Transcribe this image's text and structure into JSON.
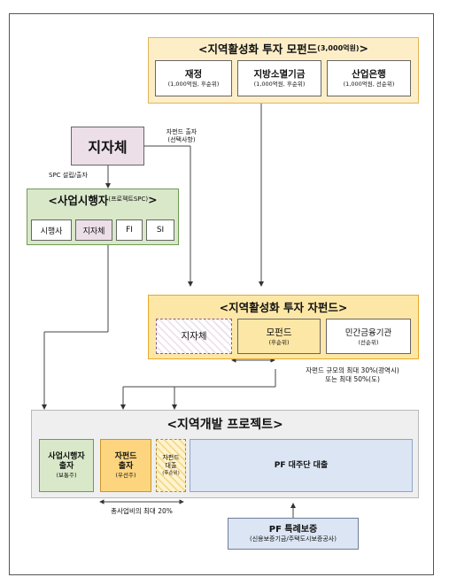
{
  "mother_fund": {
    "title_main": "<지역활성화 투자 모펀드",
    "title_small": "(3,000억원)",
    "title_end": ">",
    "boxes": [
      {
        "name": "재정",
        "detail": "(1,000억원, 후순위)"
      },
      {
        "name": "지방소멸기금",
        "detail": "(1,000억원, 후순위)"
      },
      {
        "name": "산업은행",
        "detail": "(1,000억원, 선순위)"
      }
    ]
  },
  "local_gov": {
    "label": "지자체"
  },
  "notes": {
    "subfund_invest": [
      "자펀드 출자",
      "(선택사항)"
    ],
    "spc": "SPC 설립/출자",
    "subfund_scale": [
      "자펀드 규모의 최대 30%(광역시)",
      "또는 최대 50%(도)"
    ],
    "total_cost": "총사업비의 최대 20%"
  },
  "operator": {
    "title_main": "<사업시행자",
    "title_small": "(프로젝트SPC)",
    "title_end": ">",
    "items": [
      "시행사",
      "지자체",
      "FI",
      "SI"
    ]
  },
  "sub_fund": {
    "title": "<지역활성화 투자 자펀드>",
    "boxes": [
      {
        "name": "지자체",
        "detail": ""
      },
      {
        "name": "모펀드",
        "detail": "(후순위)"
      },
      {
        "name": "민간금융기관",
        "detail": "(선순위)"
      }
    ]
  },
  "project": {
    "title": "<지역개발 프로젝트>",
    "boxes": [
      {
        "lines": [
          "사업시행자",
          "출자"
        ],
        "detail": "(보통주)"
      },
      {
        "lines": [
          "자펀드",
          "출자"
        ],
        "detail": "(우선주)"
      },
      {
        "lines": [
          "자펀드",
          "대출"
        ],
        "detail": "(후순위)"
      },
      {
        "lines": [
          "PF 대주단 대출"
        ],
        "detail": ""
      }
    ]
  },
  "guarantee": {
    "title": "PF 특례보증",
    "detail": "(신용보증기금/주택도시보증공사)"
  },
  "colors": {
    "mother_fill": "#fdeec8",
    "gold_fill": "#fde7a6",
    "green_fill": "#d8e8c9",
    "gray_fill": "#efefef",
    "blue_fill": "#dbe5f3",
    "pink_fill": "#ecdfe8"
  }
}
